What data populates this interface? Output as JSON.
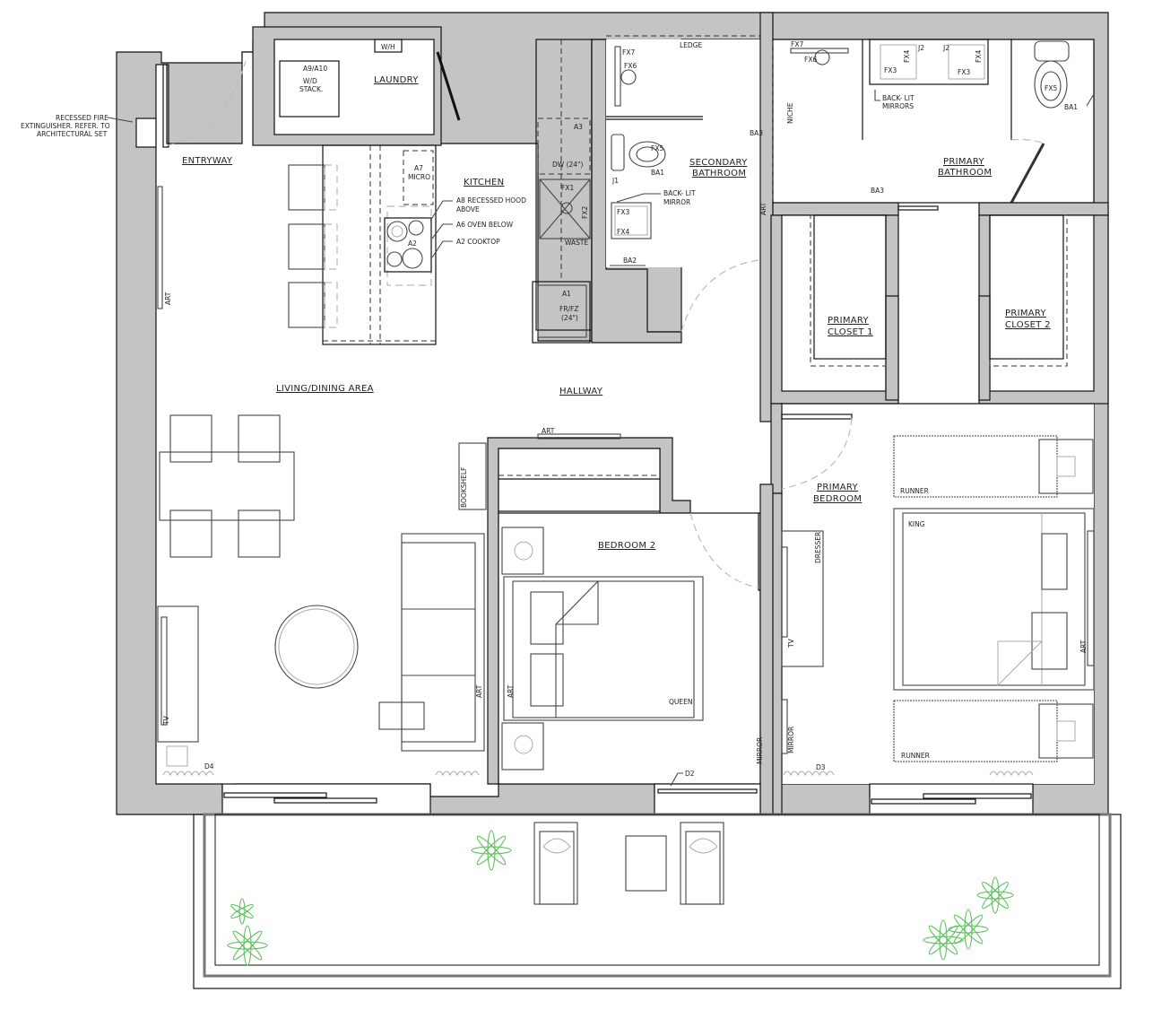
{
  "drawing": {
    "type": "architectural floor plan",
    "colors": {
      "wall_fill": "#c4c4c4",
      "line": "#111111",
      "furniture": "#444444",
      "plant": "#5ec25e",
      "swing": "#bbbbbb"
    }
  },
  "rooms": {
    "entryway": "ENTRYWAY",
    "laundry": "LAUNDRY",
    "kitchen": "KITCHEN",
    "secondary_bathroom_1": "SECONDARY",
    "secondary_bathroom_2": "BATHROOM",
    "primary_bathroom_1": "PRIMARY",
    "primary_bathroom_2": "BATHROOM",
    "primary_closet_1_a": "PRIMARY",
    "primary_closet_1_b": "CLOSET 1",
    "primary_closet_2_a": "PRIMARY",
    "primary_closet_2_b": "CLOSET 2",
    "living_dining": "LIVING/DINING AREA",
    "hallway": "HALLWAY",
    "bedroom_2": "BEDROOM 2",
    "primary_bedroom_1": "PRIMARY",
    "primary_bedroom_2": "BEDROOM"
  },
  "notes": {
    "fire_ext_1": "RECESSED FIRE",
    "fire_ext_2": "EXTINGUISHER. REFER. TO",
    "fire_ext_3": "ARCHITECTURAL SET",
    "wh": "W/H",
    "wd_tag": "A9/A10",
    "wd_1": "W/D",
    "wd_2": "STACK.",
    "a7": "A7",
    "micro": "MICRO",
    "a8": "A8 RECESSED HOOD",
    "a8b": "ABOVE",
    "a6": "A6 OVEN BELOW",
    "a2_callout": "A2 COOKTOP",
    "a2": "A2",
    "a3": "A3",
    "dw": "DW (24\")",
    "fx1": "FX1",
    "fx2": "FX2",
    "waste": "WASTE",
    "a1": "A1",
    "frfz": "FR/FZ",
    "frfz_size": "(24\")",
    "ledge": "LEDGE",
    "fx7": "FX7",
    "fx6": "FX6",
    "fx5": "FX5",
    "ba1": "BA1",
    "j1": "J1",
    "backlit_1": "BACK- LIT",
    "backlit_2": "MIRROR",
    "fx3": "FX3",
    "fx4": "FX4",
    "ba2": "BA2",
    "ba3": "BA3",
    "niche": "NICHE",
    "j2": "J2",
    "backlit_mirrors_1": "BACK- LIT",
    "backlit_mirrors_2": "MIRRORS",
    "art": "ART",
    "bookshelf": "BOOKSHELF",
    "tv": "TV",
    "queen": "QUEEN",
    "king": "KING",
    "runner": "RUNNER",
    "dresser": "DRESSER",
    "mirror": "MIRROR",
    "d2": "D2",
    "d3": "D3",
    "d4": "D4"
  }
}
